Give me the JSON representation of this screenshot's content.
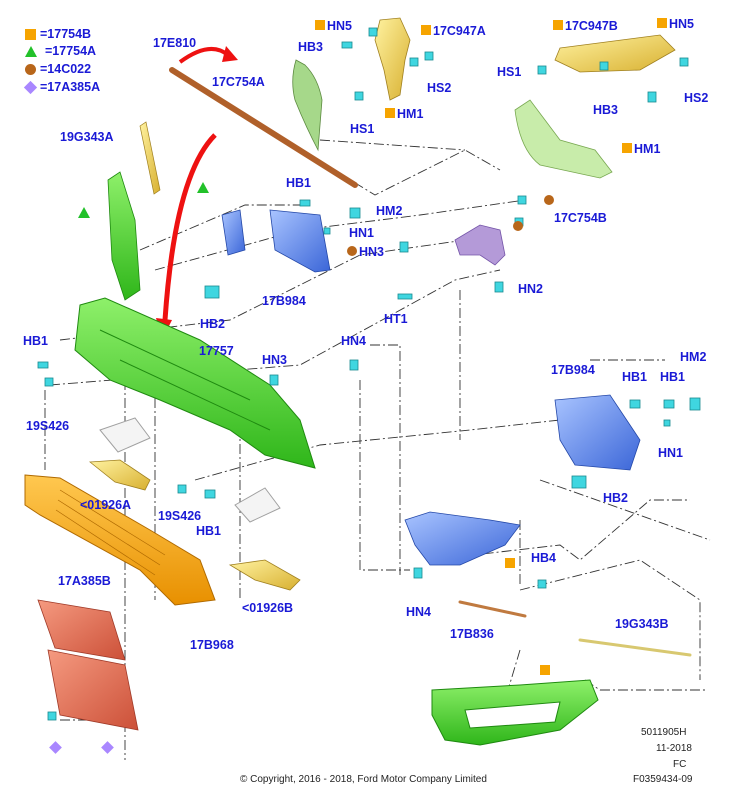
{
  "legend": [
    {
      "symbol": "square-orange",
      "text": "=17754B"
    },
    {
      "symbol": "triangle-green",
      "text": "=17754A"
    },
    {
      "symbol": "circle-brown",
      "text": "=14C022"
    },
    {
      "symbol": "diamond-purple",
      "text": "=17A385A"
    }
  ],
  "labels": {
    "p17E810": "17E810",
    "p17C754A": "17C754A",
    "p19G343A": "19G343A",
    "hn5_top": "HN5",
    "p17C947A": "17C947A",
    "hb3_top": "HB3",
    "hs2_top": "HS2",
    "hm1_top": "HM1",
    "hs1_top": "HS1",
    "p17C947B": "17C947B",
    "hn5_right": "HN5",
    "hs1_right": "HS1",
    "hb3_right": "HB3",
    "hs2_right": "HS2",
    "hm1_right": "HM1",
    "p17C754B": "17C754B",
    "hb1_mid": "HB1",
    "hm2_mid": "HM2",
    "hn1_mid": "HN1",
    "hn3_mid": "HN3",
    "hn2_mid": "HN2",
    "p17B984_left": "17B984",
    "hb2_left": "HB2",
    "ht1": "HT1",
    "hb1_left": "HB1",
    "p17757": "17757",
    "hn3_low": "HN3",
    "hn4_mid": "HN4",
    "p19S426_left": "19S426",
    "p01926A": "<01926A",
    "p19S426_mid": "19S426",
    "hb1_low": "HB1",
    "p01926B": "<01926B",
    "p17A385B": "17A385B",
    "p17B968": "17B968",
    "p17B984_right": "17B984",
    "hb1_r1": "HB1",
    "hb1_r2": "HB1",
    "hm2_right": "HM2",
    "hn1_right": "HN1",
    "hb2_right": "HB2",
    "hn4_low": "HN4",
    "hb4": "HB4",
    "p17B836": "17B836",
    "p19G343B": "19G343B"
  },
  "footer": {
    "code1": "5011905H",
    "date": "11-2018",
    "fc": "FC",
    "copyright": "© Copyright, 2016 - 2018, Ford Motor Company Limited",
    "code2": "F0359434-09"
  },
  "colors": {
    "label": "#1a1ad6",
    "bumper": "#49d41f",
    "bracket_blue": "#4a78e8",
    "clip_cyan": "#3fd6e0",
    "yellow_part": "#f0d040",
    "orange_grille": "#f0a010",
    "plate_red": "#e06850",
    "arrow_red": "#ee1111"
  }
}
